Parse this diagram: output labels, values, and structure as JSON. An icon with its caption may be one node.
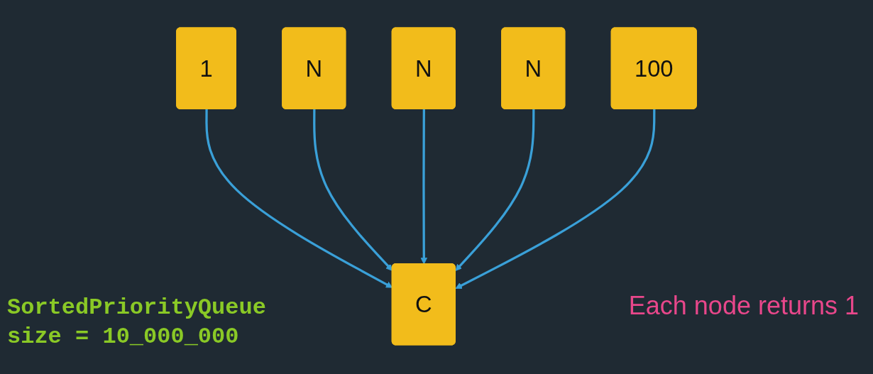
{
  "diagram": {
    "nodes": [
      {
        "text": [
          "1"
        ]
      },
      {
        "text": [
          "N"
        ]
      },
      {
        "text": [
          "N"
        ]
      },
      {
        "text": [
          "N"
        ]
      },
      {
        "text": [
          "100"
        ]
      },
      {
        "text": [
          "C"
        ]
      }
    ],
    "edges": [
      {
        "from": 0,
        "to": 5,
        "arrow": "to"
      },
      {
        "from": 1,
        "to": 5,
        "arrow": "to"
      },
      {
        "from": 2,
        "to": 5,
        "arrow": "to"
      },
      {
        "from": 3,
        "to": 5,
        "arrow": "to"
      },
      {
        "from": 4,
        "to": 5,
        "arrow": "to"
      }
    ],
    "labels": [
      "SortedPriorityQueue",
      "size = 10_000_000",
      "Each node returns 1"
    ]
  }
}
